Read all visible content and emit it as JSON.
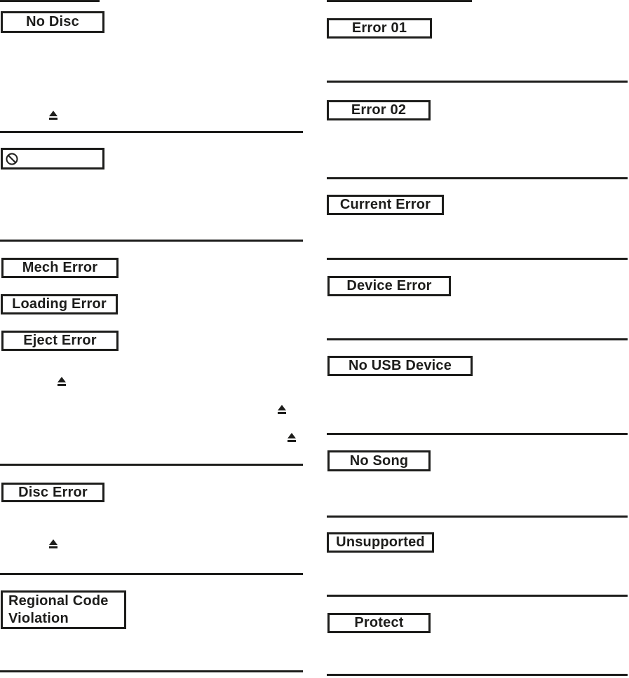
{
  "colors": {
    "ink": "#1d1d1b",
    "background": "#ffffff"
  },
  "messages": {
    "no_disc": "No Disc",
    "mech_error": "Mech Error",
    "loading_error": "Loading Error",
    "eject_error": "Eject Error",
    "disc_error": "Disc Error",
    "regional_code_violation": "Regional Code Violation",
    "error_01": "Error 01",
    "error_02": "Error 02",
    "current_error": "Current Error",
    "device_error": "Device Error",
    "no_usb_device": "No USB Device",
    "no_song": "No Song",
    "unsupported": "Unsupported",
    "protect": "Protect"
  },
  "icons": {
    "eject": "⏏",
    "prohibited": "🚫"
  }
}
